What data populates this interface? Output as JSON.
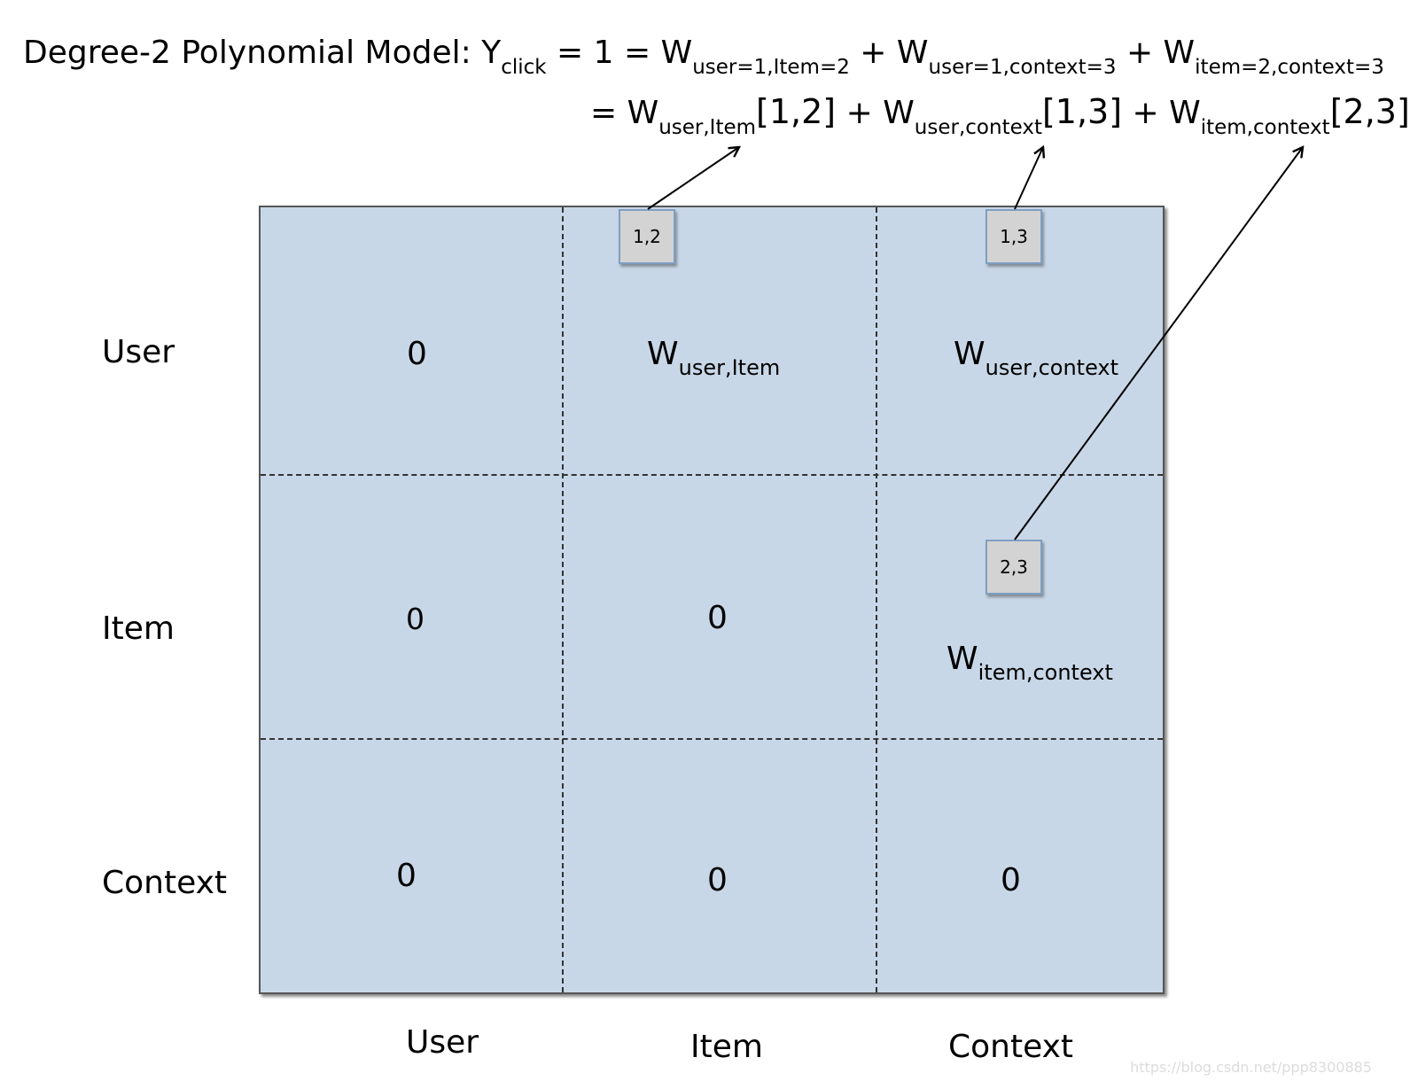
{
  "equation": {
    "line1": {
      "prefix": "Degree-2 Polynomial Model:  Y",
      "sub_click": "click",
      "mid": " = 1 = W",
      "sub_a": "user=1,Item=2",
      "plus_b": "  + W",
      "sub_b": "user=1,context=3",
      "plus_c": "  + W",
      "sub_c": "item=2,context=3"
    },
    "line2": {
      "eq_prefix": "= W",
      "sub_a": "user,Item",
      "idx_a": "[1,2]",
      "plus_b": "  + W",
      "sub_b": "user,context",
      "idx_b": "[1,3]",
      "plus_c": " + W",
      "sub_c": "item,context",
      "idx_c": "[2,3]"
    }
  },
  "matrix": {
    "row_labels": [
      "User",
      "Item",
      "Context"
    ],
    "col_labels": [
      "User",
      "Item",
      "Context"
    ],
    "zeros": [
      "0",
      "0",
      "0",
      "0",
      "0",
      "0"
    ],
    "weights": [
      {
        "base": "W",
        "sub": "user,Item"
      },
      {
        "base": "W",
        "sub": "user,context"
      },
      {
        "base": "W",
        "sub": "item,context"
      }
    ],
    "index_boxes": [
      "1,2",
      "1,3",
      "2,3"
    ]
  },
  "watermark": "https://blog.csdn.net/ppp8300885"
}
